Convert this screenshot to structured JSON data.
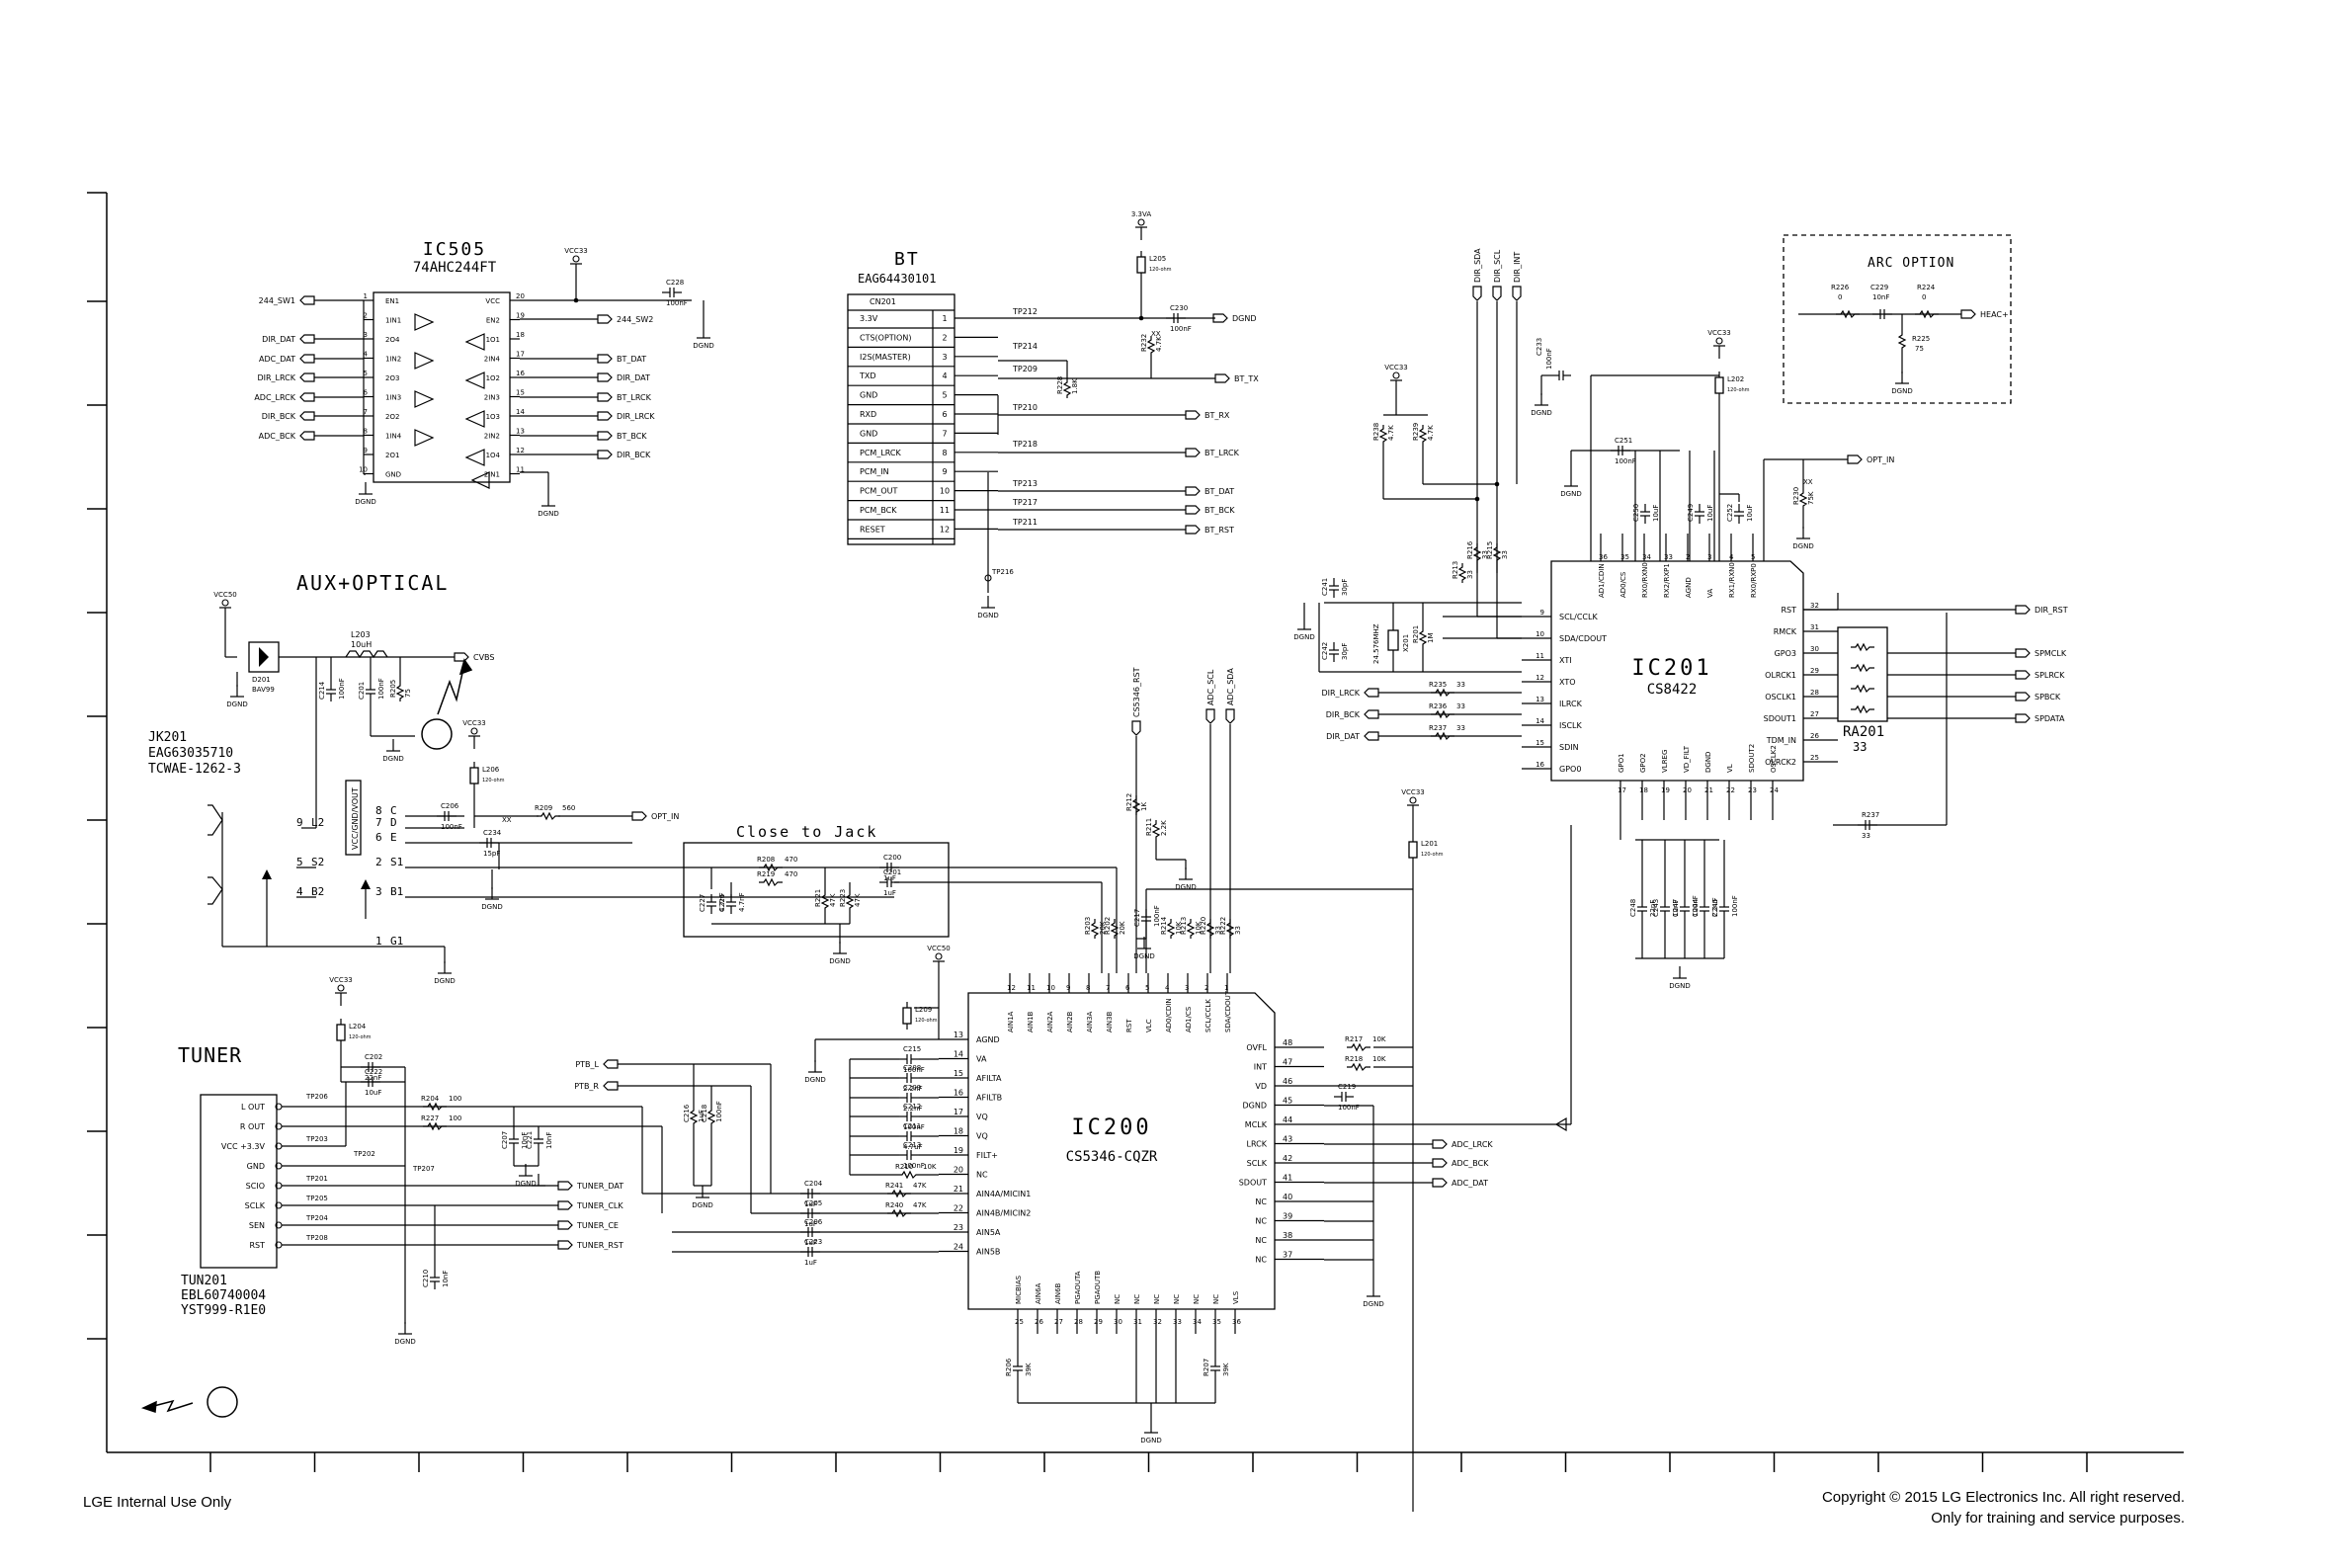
{
  "blocks": {
    "ic505": {
      "title": "IC505",
      "part": "74AHC244FT",
      "left_pins": [
        [
          "EN1",
          "1"
        ],
        [
          "1IN1",
          "2"
        ],
        [
          "2O4",
          "3"
        ],
        [
          "1IN2",
          "4"
        ],
        [
          "2O3",
          "5"
        ],
        [
          "1IN3",
          "6"
        ],
        [
          "2O2",
          "7"
        ],
        [
          "1IN4",
          "8"
        ],
        [
          "2O1",
          "9"
        ],
        [
          "GND",
          "10"
        ]
      ],
      "right_pins": [
        [
          "VCC",
          "20"
        ],
        [
          "EN2",
          "19"
        ],
        [
          "1O1",
          "18"
        ],
        [
          "2IN4",
          "17"
        ],
        [
          "1O2",
          "16"
        ],
        [
          "2IN3",
          "15"
        ],
        [
          "1O3",
          "14"
        ],
        [
          "2IN2",
          "13"
        ],
        [
          "1O4",
          "12"
        ],
        [
          "2IN1",
          "11"
        ]
      ],
      "in_ports": [
        "244_SW1",
        "DIR_DAT",
        "ADC_DAT",
        "DIR_LRCK",
        "ADC_LRCK",
        "DIR_BCK",
        "ADC_BCK"
      ],
      "out_ports": [
        "244_SW2",
        "BT_DAT",
        "DIR_DAT",
        "BT_LRCK",
        "DIR_LRCK",
        "BT_BCK",
        "DIR_BCK"
      ],
      "cap": [
        "C228",
        "100nF"
      ],
      "vcc": "VCC33",
      "gnd": [
        "DGND",
        "DGND",
        "DGND"
      ]
    },
    "bt": {
      "title": "BT",
      "part": "EAG64430101",
      "conn": "CN201",
      "pins": [
        "3.3V",
        "CTS(OPTION)",
        "I2S(MASTER)",
        "TXD",
        "GND",
        "RXD",
        "GND",
        "PCM_LRCK",
        "PCM_IN",
        "PCM_OUT",
        "PCM_BCK",
        "RESET"
      ],
      "nums": [
        "1",
        "2",
        "3",
        "4",
        "5",
        "6",
        "7",
        "8",
        "9",
        "10",
        "11",
        "12"
      ],
      "tps": [
        "TP212",
        "TP214",
        "TP209",
        "TP210",
        "TP218",
        "TP213",
        "TP217",
        "TP211",
        "TP216"
      ],
      "ports": [
        "BT_TX",
        "BT_RX",
        "BT_LRCK",
        "BT_DAT",
        "BT_BCK",
        "BT_RST"
      ],
      "parts": [
        [
          "L205",
          "120-ohm"
        ],
        [
          "C230",
          "100nF"
        ],
        [
          "R232",
          "4.7K"
        ],
        [
          "R228",
          "1.8K"
        ],
        [
          "XX",
          ""
        ]
      ],
      "vcc": "3.3VA",
      "gnd": [
        "DGND",
        "DGND"
      ]
    },
    "arc": {
      "title": "ARC OPTION",
      "parts": [
        [
          "R226",
          "0"
        ],
        [
          "C229",
          "10nF"
        ],
        [
          "R224",
          "0"
        ],
        [
          "R225",
          "75"
        ]
      ],
      "port": "HEAC+",
      "gnd": "DGND"
    },
    "ic201": {
      "title": "IC201",
      "part": "CS8422",
      "top_pins": [
        [
          "AD1/CDIN",
          "36"
        ],
        [
          "AD0/CS",
          "35"
        ],
        [
          "RX0/RXN0",
          "34"
        ],
        [
          "RX2/RXP1",
          "33"
        ],
        [
          "AGND",
          "2"
        ],
        [
          "VA",
          "3"
        ],
        [
          "RX1/RXN0",
          "4"
        ],
        [
          "RX0/RXP0",
          "5"
        ]
      ],
      "left_pins": [
        [
          "SCL/CCLK",
          "9"
        ],
        [
          "SDA/CDOUT",
          "10"
        ],
        [
          "XTI",
          "11"
        ],
        [
          "XTO",
          "12"
        ],
        [
          "ILRCK",
          "13"
        ],
        [
          "ISCLK",
          "14"
        ],
        [
          "SDIN",
          "15"
        ],
        [
          "GPO0",
          "16"
        ]
      ],
      "right_pins": [
        [
          "RST",
          "32"
        ],
        [
          "RMCK",
          "31"
        ],
        [
          "GPO3",
          "30"
        ],
        [
          "OLRCK1",
          "29"
        ],
        [
          "OSCLK1",
          "28"
        ],
        [
          "SDOUT1",
          "27"
        ],
        [
          "TDM_IN",
          "26"
        ],
        [
          "OLRCK2",
          "25"
        ]
      ],
      "bottom_pins": [
        [
          "GPO1",
          "17"
        ],
        [
          "GPO2",
          "18"
        ],
        [
          "VLREG",
          "19"
        ],
        [
          "VD_FILT",
          "20"
        ],
        [
          "DGND",
          "21"
        ],
        [
          "VL",
          "22"
        ],
        [
          "SDOUT2",
          "23"
        ],
        [
          "OSCLK2",
          "24"
        ]
      ],
      "ra": [
        "RA201",
        "33"
      ],
      "in_ports": [
        "DIR_SDA",
        "DIR_SCL",
        "DIR_INT",
        "OPT_IN",
        "DIR_LRCK",
        "DIR_BCK",
        "DIR_DAT"
      ],
      "out_ports": [
        "DIR_RST",
        "SPMCLK",
        "SPLRCK",
        "SPBCK",
        "SPDATA"
      ],
      "parts": [
        [
          "R216",
          "33"
        ],
        [
          "R215",
          "33"
        ],
        [
          "R213",
          "33"
        ],
        [
          "R238",
          "4.7K"
        ],
        [
          "R239",
          "4.7K"
        ],
        [
          "C233",
          "100nF"
        ],
        [
          "L202",
          "120-ohm"
        ],
        [
          "C251",
          "100nF"
        ],
        [
          "C250",
          "10uF"
        ],
        [
          "C249",
          "10uF"
        ],
        [
          "C252",
          "10uF"
        ],
        [
          "R230",
          "75K"
        ],
        [
          "C241",
          "30pF"
        ],
        [
          "C242",
          "30pF"
        ],
        [
          "X201",
          "24.576MHZ"
        ],
        [
          "R201",
          "1M"
        ],
        [
          "R235",
          "33"
        ],
        [
          "R236",
          "33"
        ],
        [
          "R237",
          "33"
        ],
        [
          "C248",
          "22pF"
        ],
        [
          "C243",
          "10nF"
        ],
        [
          "C247",
          "100nF"
        ],
        [
          "C244",
          "2.2uF"
        ],
        [
          "C245",
          "100nF"
        ],
        [
          "C246",
          "10uF"
        ],
        [
          "XX",
          ""
        ]
      ],
      "vcc": "VCC33",
      "gnd": [
        "DGND",
        "DGND",
        "DGND",
        "DGND"
      ]
    },
    "aux": {
      "title": "AUX+OPTICAL",
      "conn": "JK201",
      "part1": "EAG63035710",
      "part2": "TCWAE-1262-3",
      "pins": [
        [
          "9",
          "L2"
        ],
        [
          "5",
          "S2"
        ],
        [
          "4",
          "B2"
        ],
        [
          "8",
          "C"
        ],
        [
          "7",
          "D"
        ],
        [
          "6",
          "E"
        ],
        [
          "2",
          "S1"
        ],
        [
          "3",
          "B1"
        ],
        [
          "1",
          "G1"
        ]
      ],
      "ic_label": "VCC/GND/VOUT",
      "parts": [
        [
          "D201",
          "BAV99"
        ],
        [
          "L203",
          "10uH"
        ],
        [
          "C214",
          "100nF"
        ],
        [
          "C201",
          "100nF"
        ],
        [
          "R205",
          "75"
        ],
        [
          "C206",
          "100nF"
        ],
        [
          "L206",
          "120-ohm"
        ],
        [
          "R209",
          "560"
        ],
        [
          "C234",
          "15pF"
        ],
        [
          "XX",
          ""
        ]
      ],
      "ports": [
        "CVBS",
        "OPT_IN"
      ],
      "vcc": [
        "VCC50",
        "VCC33"
      ],
      "gnd": [
        "DGND",
        "DGND",
        "DGND",
        "DGND"
      ]
    },
    "jack": {
      "title": "Close to Jack",
      "parts": [
        [
          "R208",
          "470"
        ],
        [
          "R219",
          "470"
        ],
        [
          "C200",
          "1uF"
        ],
        [
          "C201",
          "1uF"
        ],
        [
          "C227",
          "4.7nF"
        ],
        [
          "C226",
          "4.7nF"
        ],
        [
          "R221",
          "47K"
        ],
        [
          "R223",
          "47K"
        ]
      ],
      "gnd": "DGND"
    },
    "ic200": {
      "title": "IC200",
      "part": "CS5346-CQZR",
      "top_nums": [
        "12",
        "11",
        "10",
        "9",
        "8",
        "7",
        "6",
        "5",
        "4",
        "3",
        "2",
        "1"
      ],
      "top_pins": [
        "AIN1A",
        "AIN1B",
        "AIN2A",
        "AIN2B",
        "AIN3A",
        "AIN3B",
        "RST",
        "VLC",
        "AD0/CDIN",
        "AD1/CS",
        "SCL/CCLK",
        "SDA/CDOUT"
      ],
      "left_pins": [
        [
          "AGND",
          "13"
        ],
        [
          "VA",
          "14"
        ],
        [
          "AFILTA",
          "15"
        ],
        [
          "AFILTB",
          "16"
        ],
        [
          "VQ",
          "17"
        ],
        [
          "VQ",
          "18"
        ],
        [
          "FILT+",
          "19"
        ],
        [
          "NC",
          "20"
        ],
        [
          "AIN4A/MICIN1",
          "21"
        ],
        [
          "AIN4B/MICIN2",
          "22"
        ],
        [
          "AIN5A",
          "23"
        ],
        [
          "AIN5B",
          "24"
        ]
      ],
      "right_pins": [
        [
          "OVFL",
          "48"
        ],
        [
          "INT",
          "47"
        ],
        [
          "VD",
          "46"
        ],
        [
          "DGND",
          "45"
        ],
        [
          "MCLK",
          "44"
        ],
        [
          "LRCK",
          "43"
        ],
        [
          "SCLK",
          "42"
        ],
        [
          "SDOUT",
          "41"
        ],
        [
          "NC",
          "40"
        ],
        [
          "NC",
          "39"
        ],
        [
          "NC",
          "38"
        ],
        [
          "NC",
          "37"
        ]
      ],
      "bottom_pins": [
        "MICBIAS",
        "AIN6A",
        "AIN6B",
        "PGAOUTA",
        "PGAOUTB",
        "NC",
        "NC",
        "NC",
        "NC",
        "NC",
        "NC",
        "VLS"
      ],
      "bottom_nums": [
        "25",
        "26",
        "27",
        "28",
        "29",
        "30",
        "31",
        "32",
        "33",
        "34",
        "35",
        "36"
      ],
      "ports_top": [
        "CS5346_RST",
        "ADC_SCL",
        "ADC_SDA"
      ],
      "ports_right": [
        "ADC_LRCK",
        "ADC_BCK",
        "ADC_DAT"
      ],
      "ports_left": [
        "PTB_L",
        "PTB_R"
      ],
      "parts": [
        [
          "R212",
          "1K"
        ],
        [
          "R211",
          "2.2K"
        ],
        [
          "R203",
          "20K"
        ],
        [
          "R202",
          "20K"
        ],
        [
          "C217",
          "100nF"
        ],
        [
          "R214",
          "10K"
        ],
        [
          "R213",
          "10K"
        ],
        [
          "R220",
          "33"
        ],
        [
          "R222",
          "33"
        ],
        [
          "L209",
          "120-ohm"
        ],
        [
          "C215",
          "100nF"
        ],
        [
          "C208",
          "2.2nF"
        ],
        [
          "C209",
          "2.2nF"
        ],
        [
          "C212",
          "100nF"
        ],
        [
          "C211",
          "4.7uF"
        ],
        [
          "C213",
          "100nF"
        ],
        [
          "R210",
          "10K"
        ],
        [
          "R217",
          "10K"
        ],
        [
          "R218",
          "10K"
        ],
        [
          "C219",
          "100nF"
        ],
        [
          "C204",
          "1uF"
        ],
        [
          "C205",
          "1uF"
        ],
        [
          "C206",
          "1uF"
        ],
        [
          "C223",
          "1uF"
        ],
        [
          "R206",
          "39K"
        ],
        [
          "R207",
          "39K"
        ],
        [
          "R241",
          "47K"
        ],
        [
          "R240",
          "47K"
        ],
        [
          "C216",
          "1uF"
        ],
        [
          "C218",
          "100nF"
        ],
        [
          "L201",
          "120-ohm"
        ]
      ],
      "vcc": [
        "VCC50",
        "VCC33"
      ],
      "gnd": [
        "DGND",
        "DGND",
        "DGND",
        "DGND",
        "DGND"
      ]
    },
    "tuner": {
      "title": "TUNER",
      "conn": "TUN201",
      "part1": "EBL60740004",
      "part2": "YST999-R1E0",
      "pins": [
        "L OUT",
        "R OUT",
        "VCC +3.3V",
        "GND",
        "SCIO",
        "SCLK",
        "SEN",
        "RST"
      ],
      "tps": [
        "TP206",
        "TP203",
        "TP202",
        "TP207",
        "TP201",
        "TP205",
        "TP204",
        "TP208"
      ],
      "ports": [
        "TUNER_DAT",
        "TUNER_CLK",
        "TUNER_CE",
        "TUNER_RST"
      ],
      "parts": [
        [
          "L204",
          "120-ohm"
        ],
        [
          "C202",
          "22nF"
        ],
        [
          "C222",
          "10uF"
        ],
        [
          "R204",
          "100"
        ],
        [
          "R227",
          "100"
        ],
        [
          "C207",
          "10nF"
        ],
        [
          "C221",
          "10nF"
        ],
        [
          "C210",
          "10nF"
        ]
      ],
      "vcc": "VCC33",
      "gnd": [
        "DGND",
        "DGND"
      ]
    }
  },
  "footer": {
    "left": "LGE Internal Use Only",
    "right_1": "Copyright © 2015 LG Electronics Inc. All right reserved.",
    "right_2": "Only for training and service purposes."
  }
}
